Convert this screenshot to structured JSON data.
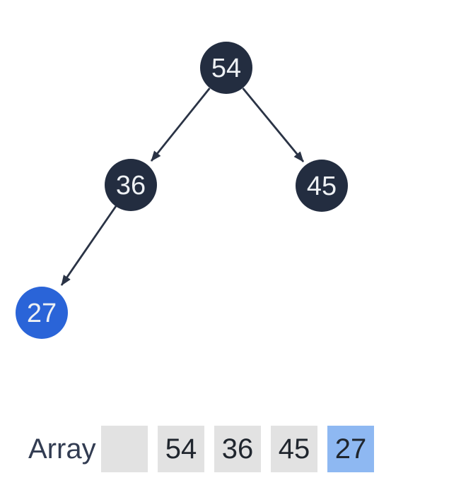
{
  "tree": {
    "nodes": [
      {
        "value": "54",
        "highlighted": false
      },
      {
        "value": "36",
        "highlighted": false
      },
      {
        "value": "45",
        "highlighted": false
      },
      {
        "value": "27",
        "highlighted": true
      }
    ],
    "colors": {
      "node": "#232d40",
      "node_highlight": "#2a64d8",
      "node_text": "#eef1f4",
      "edge": "#2a3345"
    }
  },
  "array": {
    "label": "Array",
    "cells": [
      {
        "value": "",
        "highlighted": false
      },
      {
        "value": "54",
        "highlighted": false
      },
      {
        "value": "36",
        "highlighted": false
      },
      {
        "value": "45",
        "highlighted": false
      },
      {
        "value": "27",
        "highlighted": true
      }
    ],
    "highlight_index": 4,
    "colors": {
      "cell_bg": "#e2e2e2",
      "cell_highlight_bg": "#8eb8f2",
      "cell_text": "#20262e",
      "label_text": "#323c52"
    }
  }
}
